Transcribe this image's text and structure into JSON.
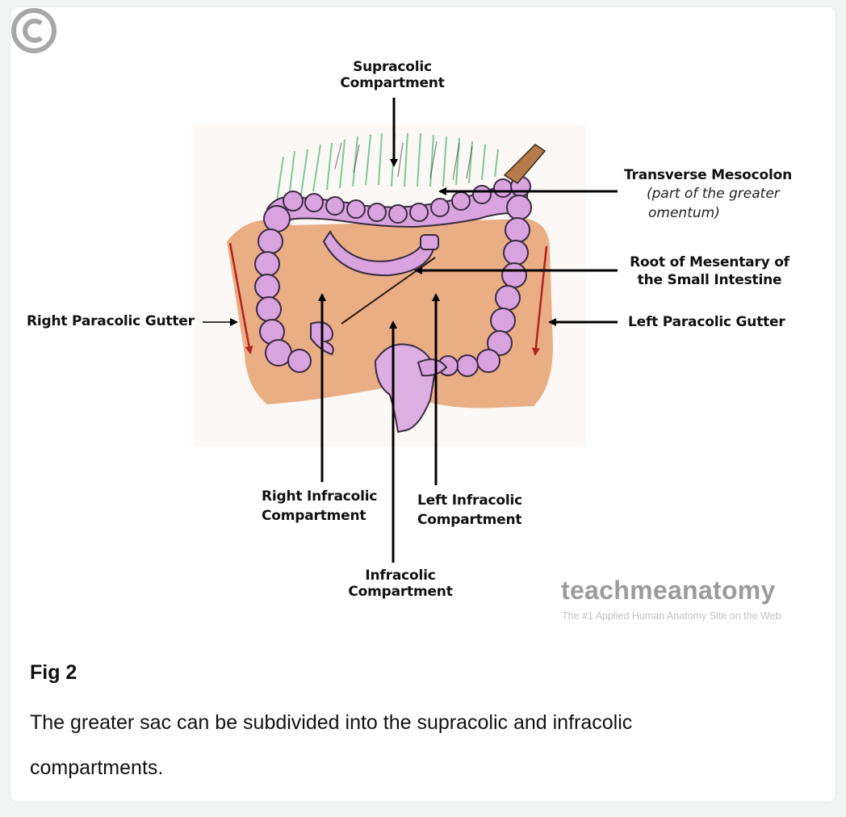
{
  "figure": {
    "labels": {
      "supracolic": [
        "Supracolic",
        "Compartment"
      ],
      "transverse_mesocolon": "Transverse Mesocolon",
      "transverse_note": [
        "(part of the greater",
        "omentum)"
      ],
      "root_mesentery": [
        "Root of Mesentary of",
        "the Small Intestine"
      ],
      "right_paracolic": "Right Paracolic Gutter",
      "left_paracolic": "Left Paracolic Gutter",
      "right_infracolic": [
        "Right Infracolic",
        "Compartment"
      ],
      "left_infracolic": [
        "Left Infracolic",
        "Compartment"
      ],
      "infracolic": [
        "Infracolic",
        "Compartment"
      ]
    },
    "watermark": {
      "name": "teachmeanatomy",
      "tagline": "The #1 Applied Human Anatomy Site on the Web"
    },
    "colors": {
      "background_tissue": "#e8a77a",
      "colon": "#d9a3e0",
      "colon_outline": "#3a2a40",
      "omentum": "#8fd3a0",
      "paracolic_arrow": "#b22222"
    }
  },
  "caption": {
    "title": "Fig 2",
    "text": "The greater sac can be subdivided into the supracolic and infracolic compartments."
  }
}
